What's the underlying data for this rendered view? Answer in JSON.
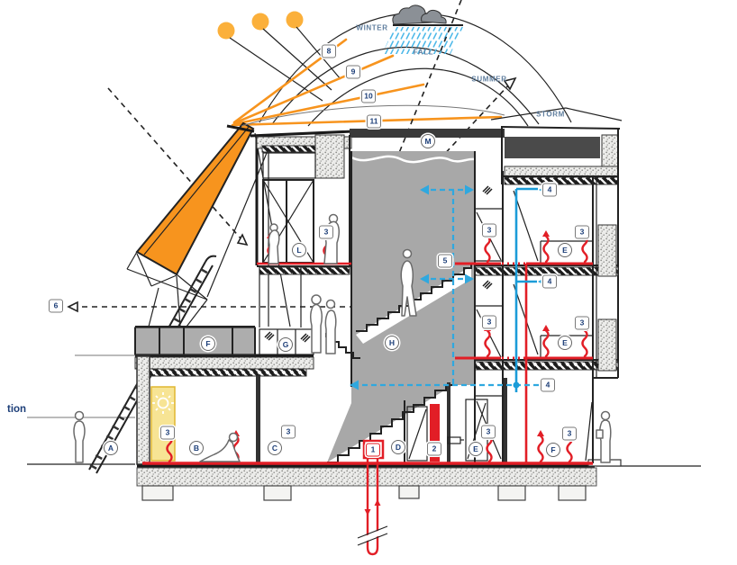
{
  "title": "building-environmental-section-diagram",
  "edge_text": {
    "left_cutoff": "tion"
  },
  "season_labels": {
    "winter": "WINTER",
    "fall": "FALL",
    "summer": "SUMMER",
    "storm": "STORM"
  },
  "letters": {
    "a": "A",
    "b": "B",
    "c": "C",
    "d": "D",
    "e": "E",
    "f": "F",
    "g": "G",
    "h": "H",
    "l": "L",
    "m": "M"
  },
  "numbers": {
    "n1": "1",
    "n2": "2",
    "n3": "3",
    "n4": "4",
    "n5": "5",
    "n6": "6",
    "n8": "8",
    "n9": "9",
    "n10": "10",
    "n11": "11"
  },
  "colors": {
    "red": "#E21E26",
    "cyan": "#2FA8DF",
    "orange": "#F7941E",
    "sun": "#FBB03B",
    "gray": "#A8A8A8",
    "yellow": "#F7E494",
    "navy": "#1C3E78",
    "season": "#5F7E9E",
    "dark": "#222222",
    "blue_pipe": "#1B9CD8"
  }
}
